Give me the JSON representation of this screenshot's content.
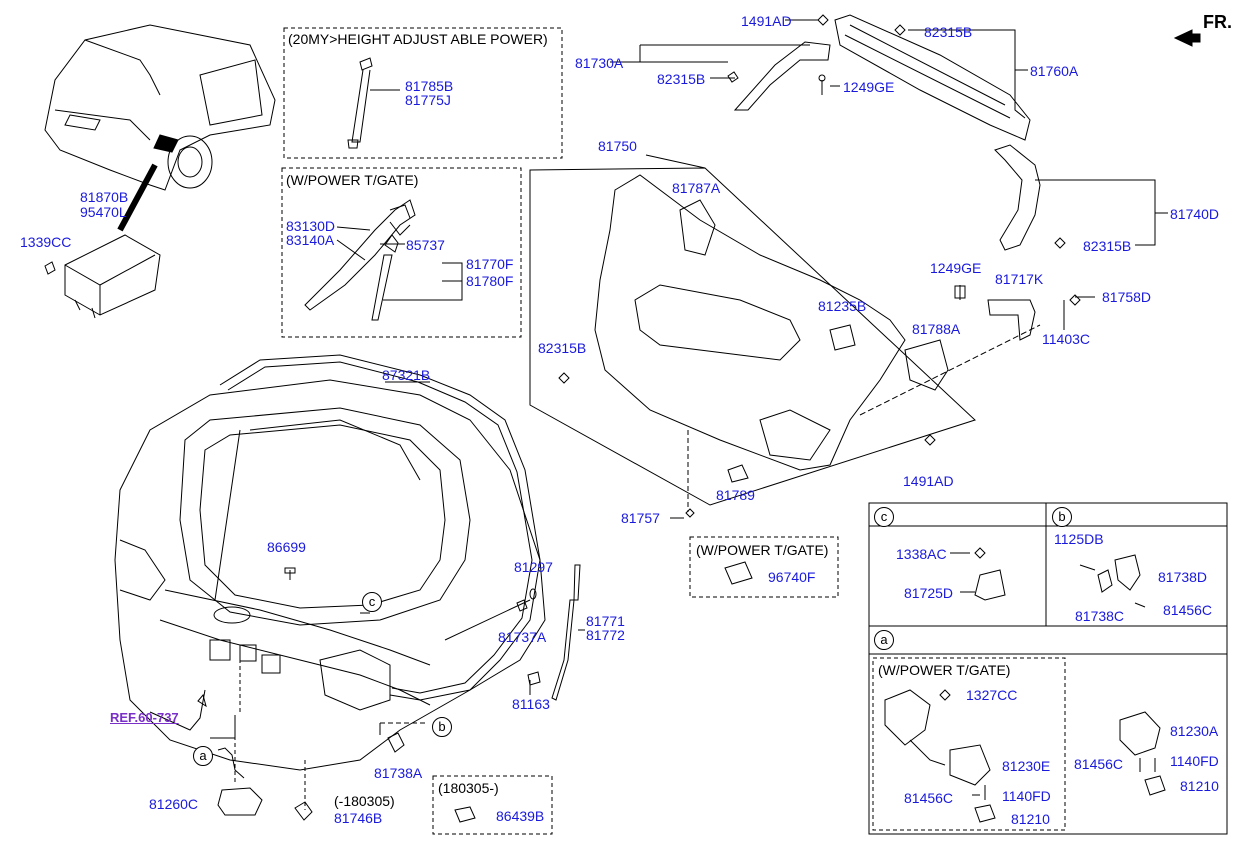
{
  "direction": "FR.",
  "ref_link": "REF.60-737",
  "notes": {
    "height_adjust": "(20MY>HEIGHT ADJUST ABLE POWER)",
    "power_tgate_1": "(W/POWER T/GATE)",
    "power_tgate_2": "(W/POWER T/GATE)",
    "power_tgate_3": "(W/POWER T/GATE)",
    "date_before": "(-180305)",
    "date_after": "(180305-)"
  },
  "circle_labels": {
    "a": "a",
    "b": "b",
    "c": "c"
  },
  "parts": {
    "p1491AD_top": "1491AD",
    "p82315B_top": "82315B",
    "p81730A": "81730A",
    "p82315B_mid": "82315B",
    "p1249GE_top": "1249GE",
    "p81760A": "81760A",
    "p81785B": "81785B",
    "p81775J": "81775J",
    "p81870B": "81870B",
    "p95470L": "95470L",
    "p1339CC": "1339CC",
    "p81750": "81750",
    "p81787A": "81787A",
    "p81740D": "81740D",
    "p82315B_right": "82315B",
    "p83130D": "83130D",
    "p83140A": "83140A",
    "p85737": "85737",
    "p81770F": "81770F",
    "p81780F": "81780F",
    "p1249GE_mid": "1249GE",
    "p81717K": "81717K",
    "p81758D": "81758D",
    "p81235B": "81235B",
    "p81788A": "81788A",
    "p11403C": "11403C",
    "p82315B_left": "82315B",
    "p87321B": "87321B",
    "p1491AD_bot": "1491AD",
    "p81789": "81789",
    "p81757": "81757",
    "p96740F": "96740F",
    "p86699": "86699",
    "p81297": "81297",
    "p81771": "81771",
    "p81772": "81772",
    "p81737A": "81737A",
    "p81163": "81163",
    "p81738A": "81738A",
    "p81260C": "81260C",
    "p81746B": "81746B",
    "p86439B": "86439B",
    "p1338AC": "1338AC",
    "p81725D": "81725D",
    "p1125DB": "1125DB",
    "p81738D": "81738D",
    "p81738C": "81738C",
    "p81456C_b": "81456C",
    "p1327CC": "1327CC",
    "p81230E": "81230E",
    "p81456C_a1": "81456C",
    "p1140FD_a1": "1140FD",
    "p81210_a1": "81210",
    "p81230A": "81230A",
    "p81456C_a2": "81456C",
    "p1140FD_a2": "1140FD",
    "p81210_a2": "81210"
  },
  "colors": {
    "part_number": "#1a1adc",
    "ref": "#7a2fc8",
    "line": "#000000"
  }
}
